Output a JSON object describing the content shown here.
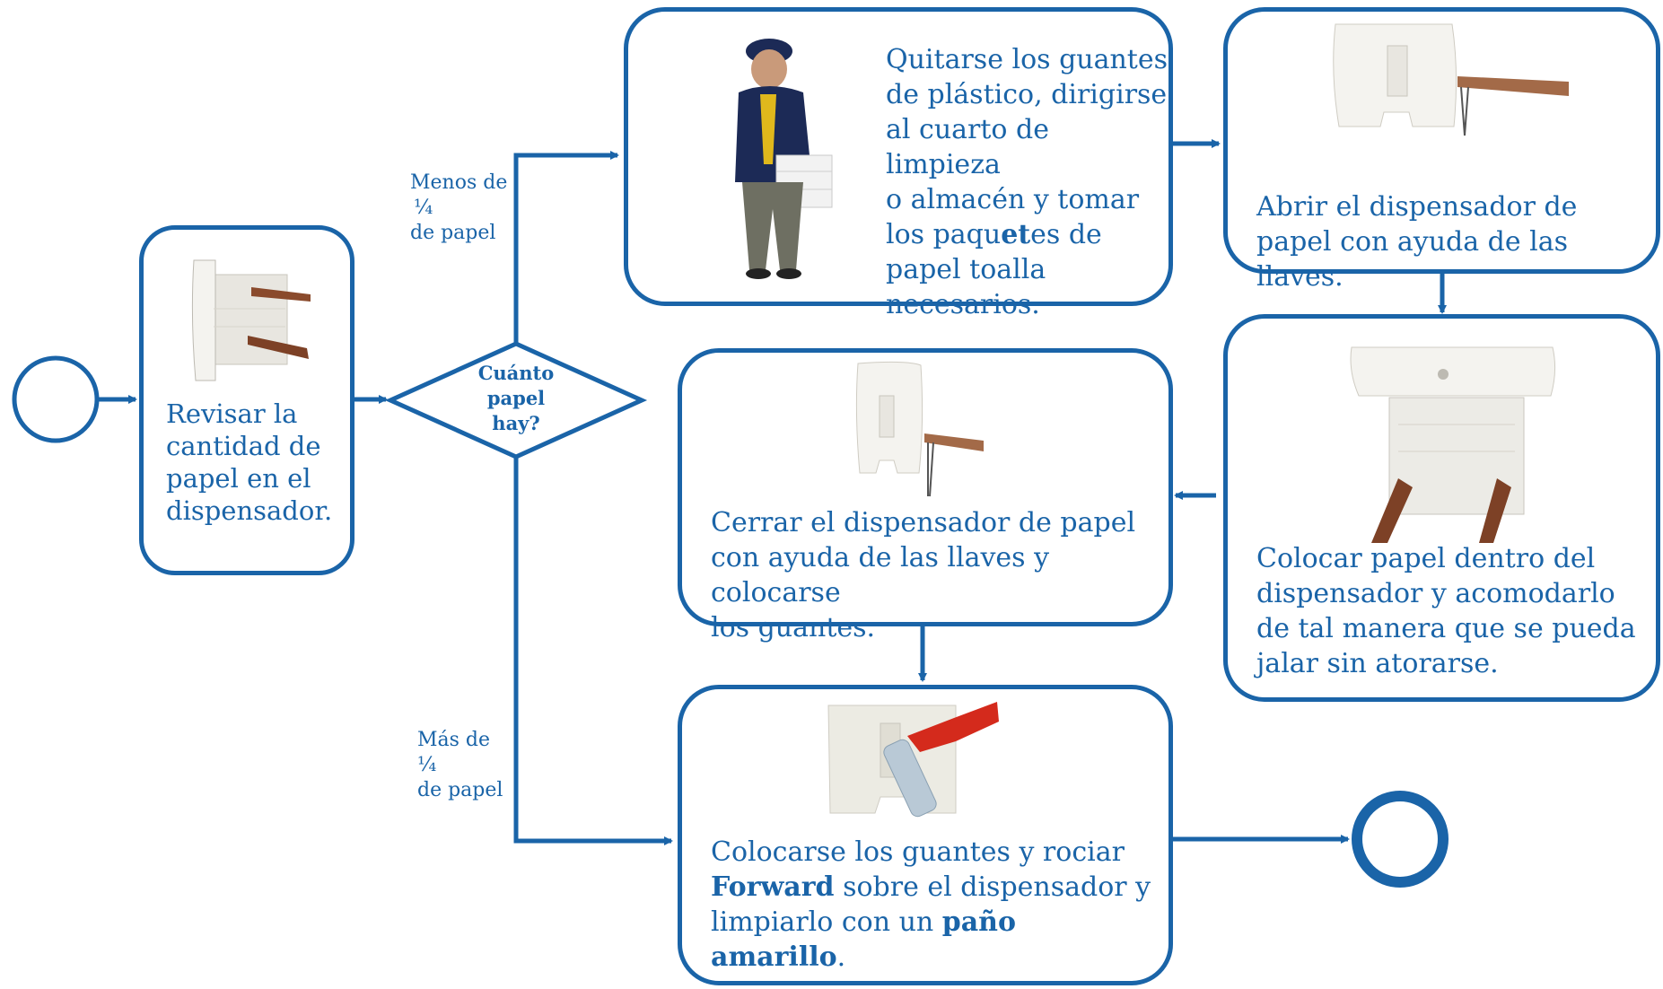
{
  "colors": {
    "accent": "#1a64a8",
    "background": "#ffffff"
  },
  "decision": {
    "line1": "Cuánto",
    "line2": "papel",
    "line3": "hay?"
  },
  "branch_less": {
    "line1": "Menos de",
    "line2": "¼",
    "line3": "de papel"
  },
  "branch_more": {
    "line1": "Más de",
    "line2": "¼",
    "line3": "de papel"
  },
  "step_revisar": {
    "lines": [
      "Revisar la",
      "cantidad de",
      "papel en el",
      "dispensador."
    ]
  },
  "step_quitar": {
    "l1": "Quitarse los guantes",
    "l2": "de plástico, dirigirse",
    "l3": "al cuarto de limpieza",
    "l4": "o almacén y tomar",
    "l5a": "los paqu",
    "l5b": "et",
    "l5c": "es de",
    "l6": "papel toalla",
    "l7": "necesarios."
  },
  "step_abrir": {
    "l1": "Abrir el dispensador  de",
    "l2": "papel con ayuda de las llaves."
  },
  "step_colocar_papel": {
    "l1": "Colocar papel dentro del",
    "l2": "dispensador y acomodarlo",
    "l3": "de tal manera que se pueda",
    "l4": "jalar sin atorarse."
  },
  "step_cerrar": {
    "l1": "Cerrar el dispensador  de papel",
    "l2": "con ayuda de las llaves y colocarse",
    "l3": "los guantes."
  },
  "step_rociar": {
    "l1": "Colocarse los guantes y rociar",
    "l2a": "Forward",
    "l2b": " sobre el dispensador y",
    "l3a": "limpiarlo con un ",
    "l3b": "paño",
    "l4a": "amarillo",
    "l4b": "."
  },
  "icons": [
    "start-event-icon",
    "end-event-icon",
    "worker-carrying-paper-icon",
    "dispenser-open-icon",
    "dispenser-closed-icon",
    "dispenser-hands-icon",
    "dispenser-loading-icon",
    "dispenser-spray-icon"
  ]
}
